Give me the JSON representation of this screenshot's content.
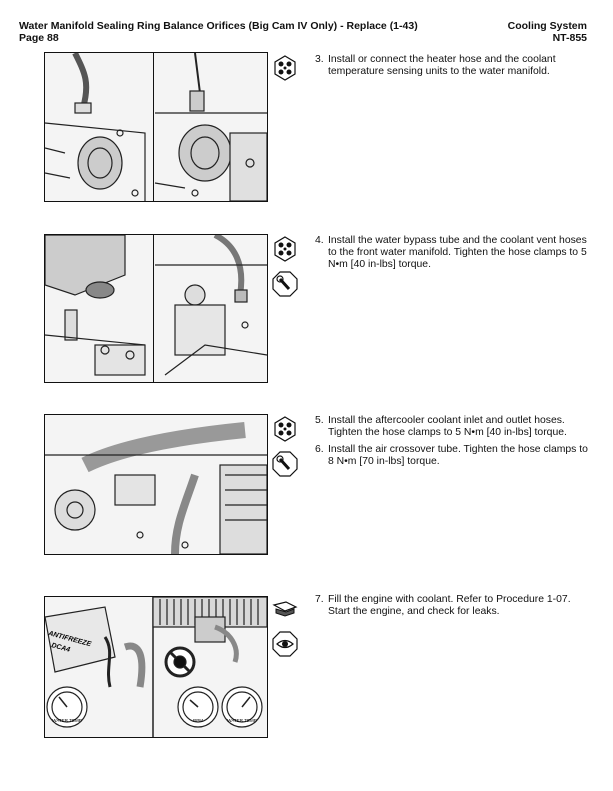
{
  "header": {
    "title": "Water Manifold Sealing Ring Balance Orifices (Big Cam IV Only) - Replace (1-43)",
    "page": "Page 88",
    "section": "Cooling System",
    "model": "NT-855"
  },
  "panels": [
    {
      "icons": [
        "wrench-socket-icon"
      ],
      "steps": [
        {
          "num": "3.",
          "text": "Install or connect the heater hose and the coolant temperature sensing units to the water manifold."
        }
      ]
    },
    {
      "icons": [
        "wrench-socket-icon",
        "torque-wrench-icon"
      ],
      "steps": [
        {
          "num": "4.",
          "text": "Install the water bypass tube and the coolant vent hoses to the front water manifold. Tighten the hose clamps to 5 N•m [40 in-lbs] torque."
        }
      ]
    },
    {
      "icons": [
        "wrench-socket-icon",
        "torque-wrench-icon"
      ],
      "steps": [
        {
          "num": "5.",
          "text": "Install the aftercooler coolant inlet and outlet hoses. Tighten the hose clamps to 5 N•m [40 in-lbs] torque."
        },
        {
          "num": "6.",
          "text": "Install the air crossover tube. Tighten the hose clamps to 8 N•m [70 in-lbs] torque."
        }
      ]
    },
    {
      "icons": [
        "fluid-fill-icon",
        "inspect-eye-icon"
      ],
      "steps": [
        {
          "num": "7.",
          "text": "Fill the engine with coolant. Refer to Procedure 1-07. Start the engine, and check for leaks."
        }
      ]
    }
  ],
  "figure_labels": {
    "antifreeze": "ANTIFREEZE",
    "dca4": "DCA4",
    "water_temp": "WATER TEMP",
    "rpm": "RPM"
  }
}
